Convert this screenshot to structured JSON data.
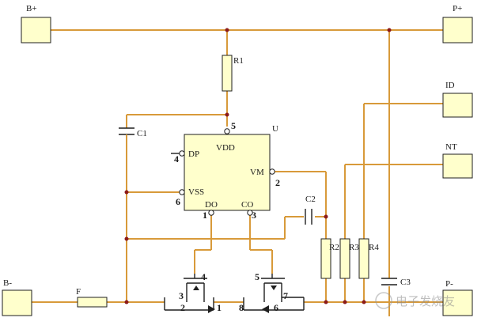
{
  "terminals": {
    "b_plus": "B+",
    "p_plus": "P+",
    "id": "ID",
    "nt": "NT",
    "b_minus": "B-",
    "p_minus": "P-"
  },
  "components": {
    "r1": "R1",
    "r2": "R2",
    "r3": "R3",
    "r4": "R4",
    "c1": "C1",
    "c2": "C2",
    "c3": "C3",
    "fuse": "F",
    "ic": "U"
  },
  "ic_pins": {
    "vdd": "VDD",
    "dp": "DP",
    "vm": "VM",
    "vss": "VSS",
    "do": "DO",
    "co": "CO"
  },
  "pin_numbers": {
    "vdd": "5",
    "dp": "4",
    "vm": "2",
    "vss": "6",
    "do": "1",
    "co": "3",
    "m1_gate": "4",
    "m1_drain_a": "3",
    "m1_source": "2",
    "m1_mid": "1",
    "m2_gate": "5",
    "m2_mid": "8",
    "m2_source": "6",
    "m2_drain": "7"
  },
  "watermark": "电子发烧友"
}
